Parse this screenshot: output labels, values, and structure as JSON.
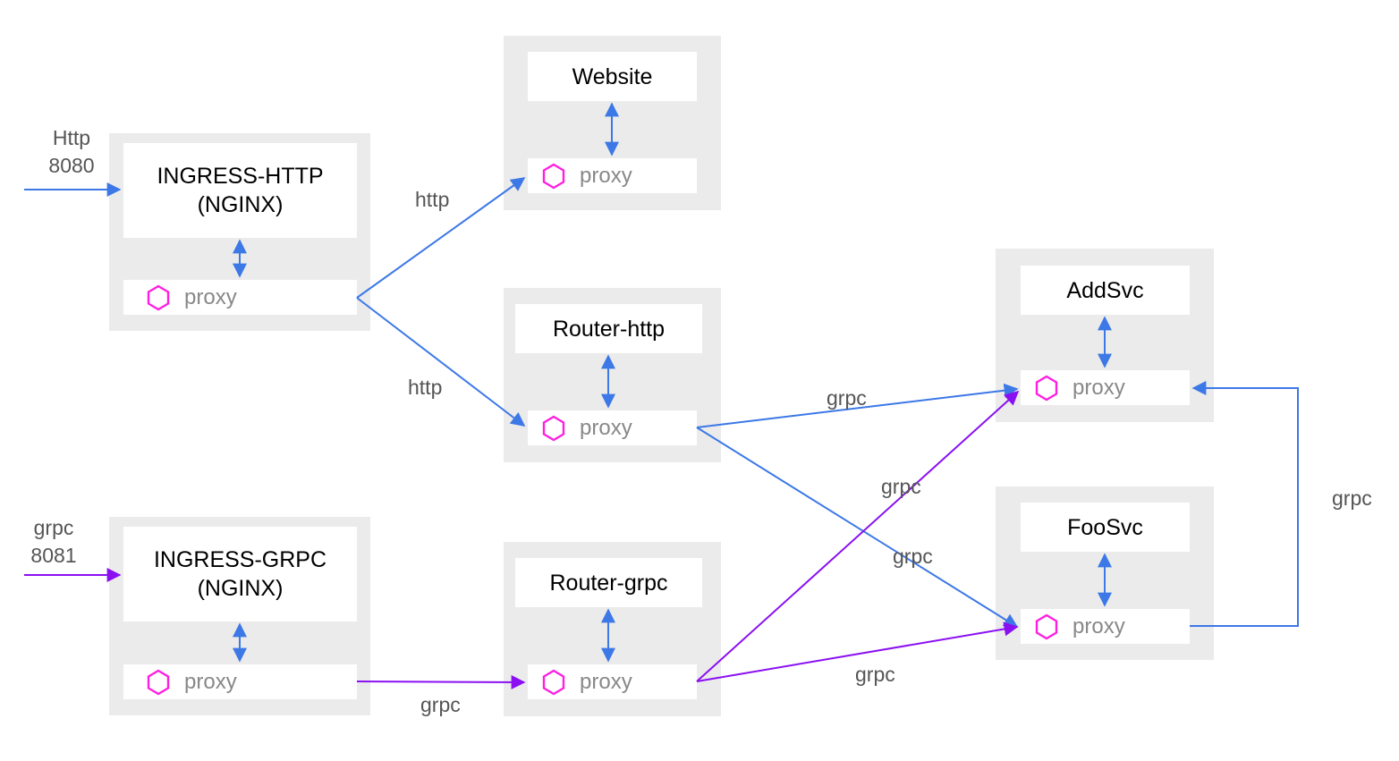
{
  "colors": {
    "http_edge": "#3c78e6",
    "grpc_edge": "#8a10f2",
    "proxy_icon": "#ff1fe0",
    "pod_background": "#ebebeb"
  },
  "entrypoints": {
    "http": {
      "protocol": "Http",
      "port": "8080"
    },
    "grpc": {
      "protocol": "grpc",
      "port": "8081"
    }
  },
  "nodes": {
    "ingress_http": {
      "name_line1": "INGRESS-HTTP",
      "name_line2": "(NGINX)",
      "proxy_label": "proxy",
      "proxy_icon": "hexagon-icon"
    },
    "ingress_grpc": {
      "name_line1": "INGRESS-GRPC",
      "name_line2": "(NGINX)",
      "proxy_label": "proxy",
      "proxy_icon": "hexagon-icon"
    },
    "website": {
      "name": "Website",
      "proxy_label": "proxy",
      "proxy_icon": "hexagon-icon"
    },
    "router_http": {
      "name": "Router-http",
      "proxy_label": "proxy",
      "proxy_icon": "hexagon-icon"
    },
    "router_grpc": {
      "name": "Router-grpc",
      "proxy_label": "proxy",
      "proxy_icon": "hexagon-icon"
    },
    "addsvc": {
      "name": "AddSvc",
      "proxy_label": "proxy",
      "proxy_icon": "hexagon-icon"
    },
    "foosvc": {
      "name": "FooSvc",
      "proxy_label": "proxy",
      "proxy_icon": "hexagon-icon"
    }
  },
  "edges": [
    {
      "from": "ingress_http",
      "to": "website",
      "label": "http",
      "protocol": "http"
    },
    {
      "from": "ingress_http",
      "to": "router_http",
      "label": "http",
      "protocol": "http"
    },
    {
      "from": "router_http",
      "to": "addsvc",
      "label": "grpc",
      "protocol": "http"
    },
    {
      "from": "router_http",
      "to": "foosvc",
      "label": "grpc",
      "protocol": "http"
    },
    {
      "from": "ingress_grpc",
      "to": "router_grpc",
      "label": "grpc",
      "protocol": "grpc"
    },
    {
      "from": "router_grpc",
      "to": "addsvc",
      "label": "grpc",
      "protocol": "grpc"
    },
    {
      "from": "router_grpc",
      "to": "foosvc",
      "label": "grpc",
      "protocol": "grpc"
    },
    {
      "from": "foosvc",
      "to": "addsvc",
      "label": "grpc",
      "protocol": "http"
    }
  ]
}
